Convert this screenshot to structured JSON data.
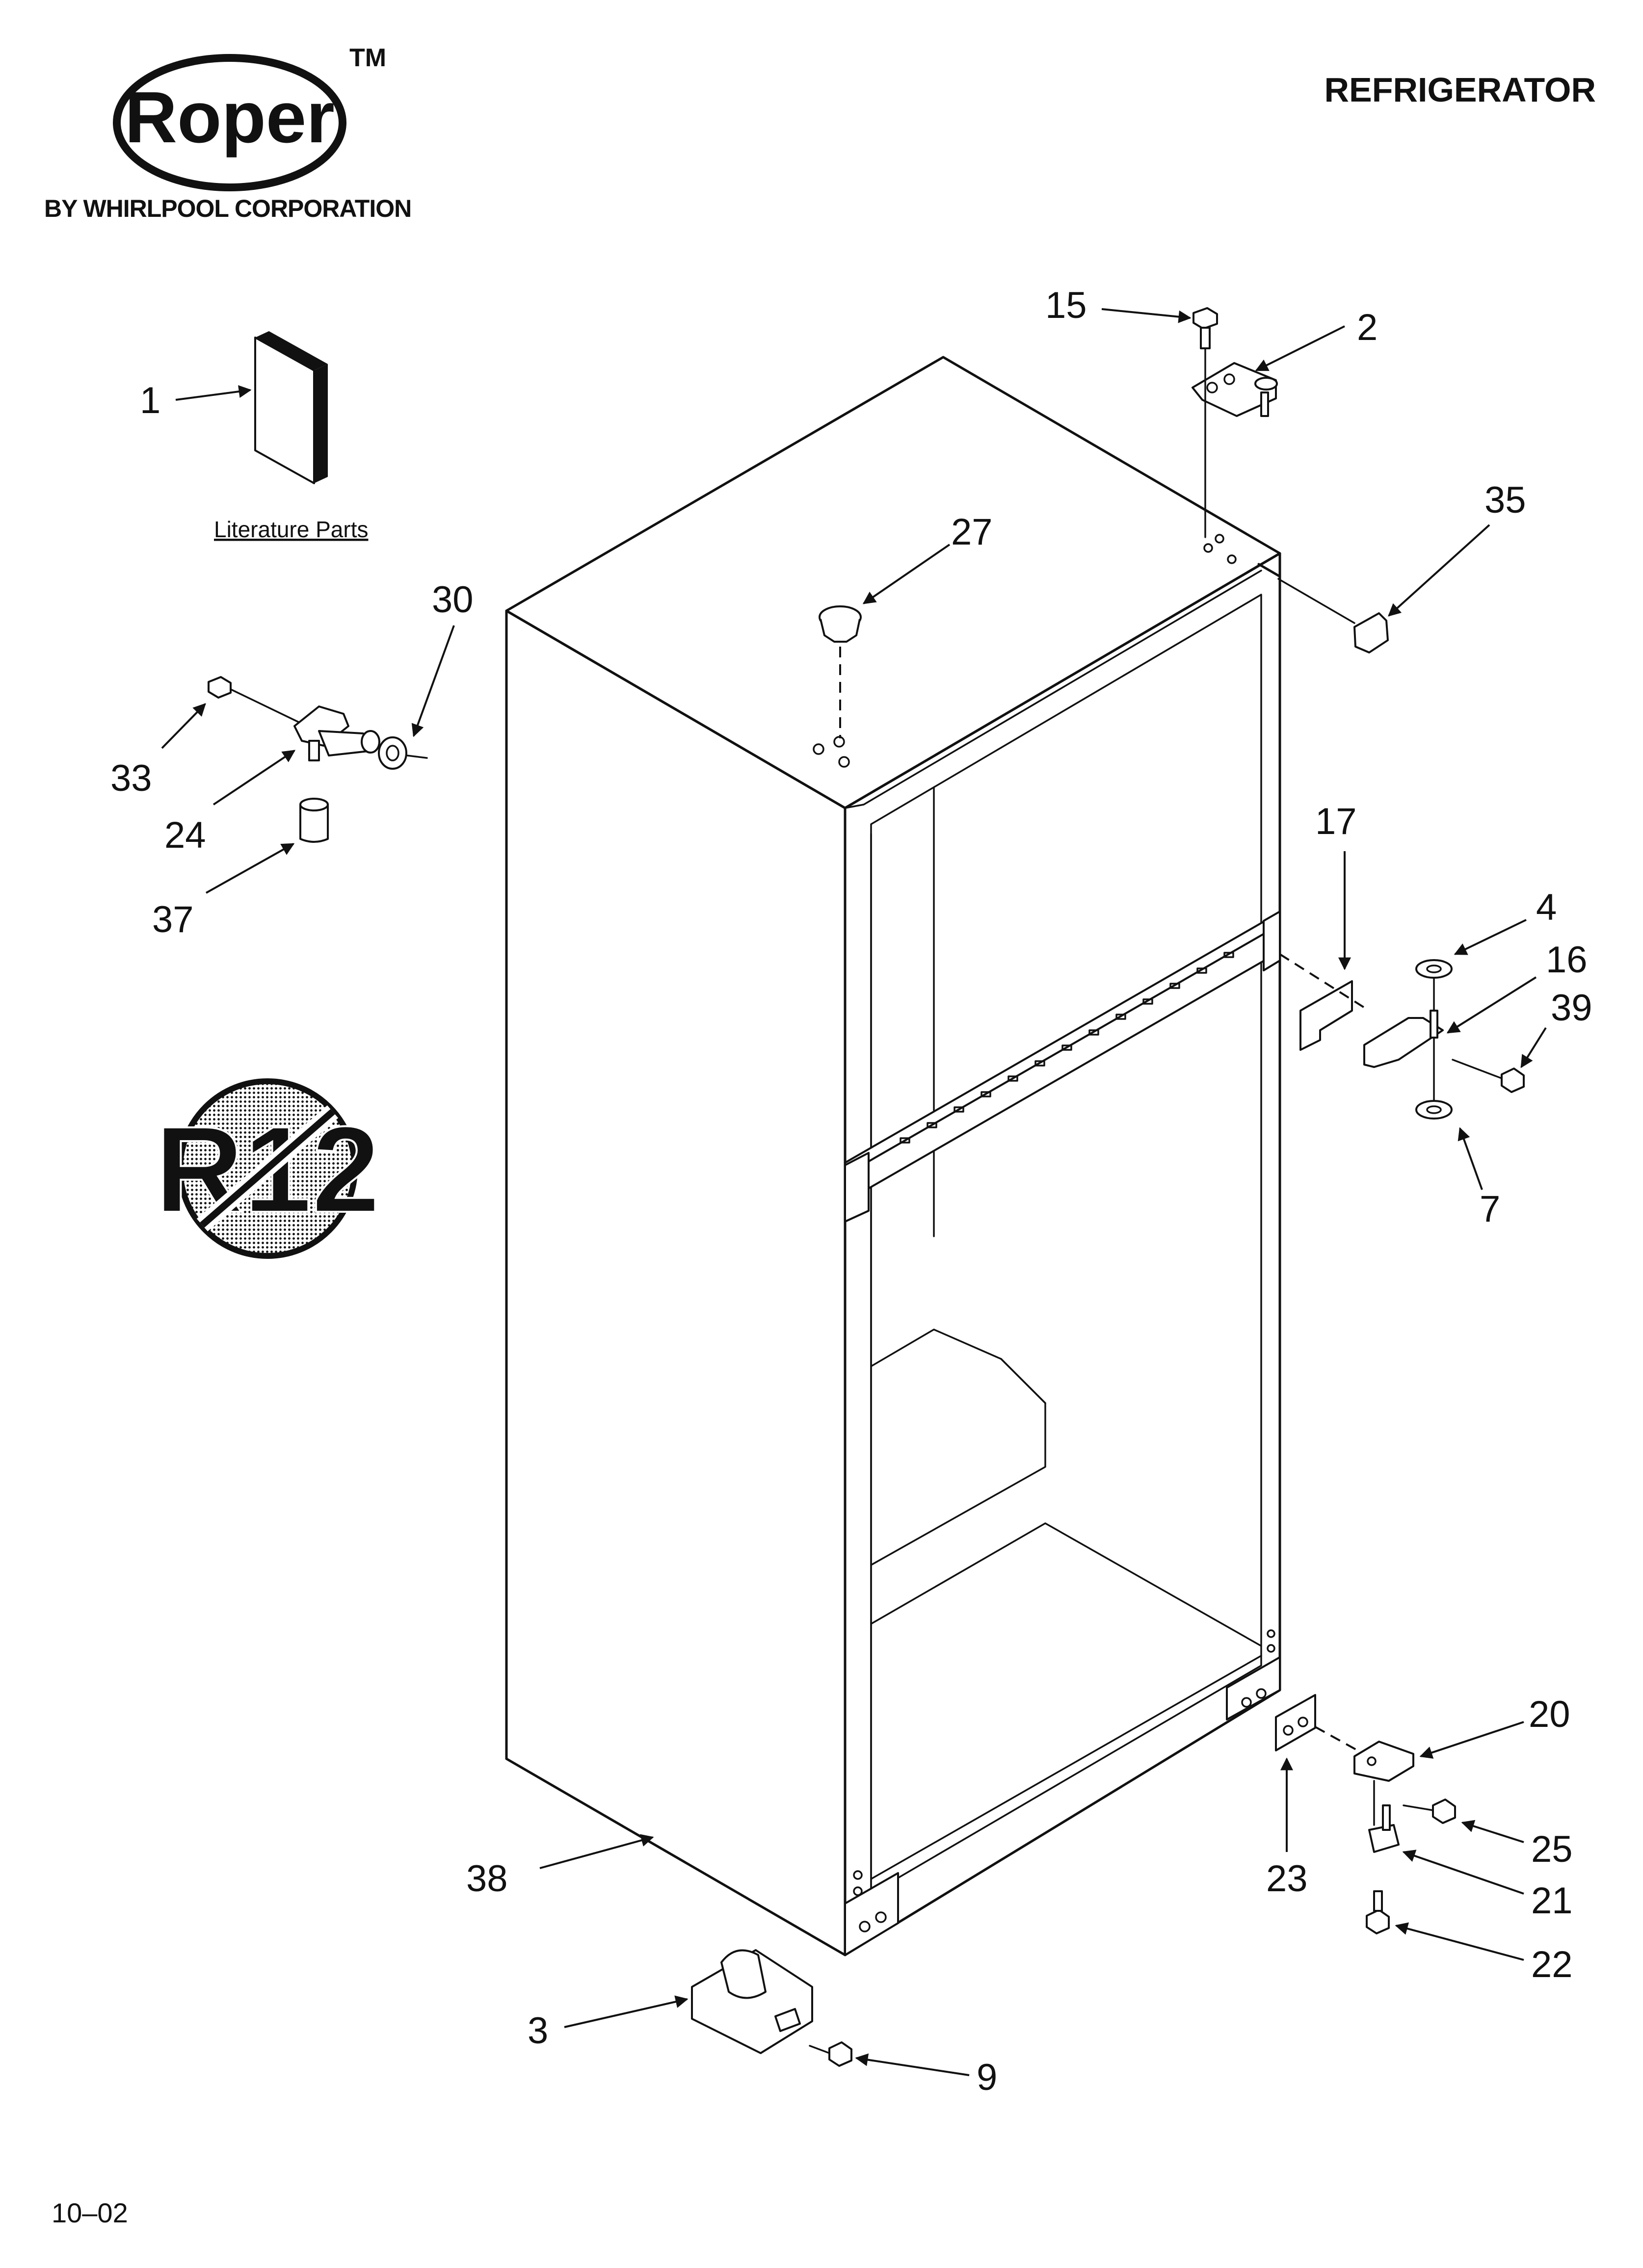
{
  "header": {
    "brand": "Roper",
    "trademark": "TM",
    "brand_tagline": "BY WHIRLPOOL CORPORATION",
    "title": "REFRIGERATOR"
  },
  "literature_label": "Literature Parts",
  "no_r12_badge": "R12",
  "footer_code": "10–02",
  "callouts": [
    "1",
    "2",
    "3",
    "4",
    "7",
    "9",
    "15",
    "16",
    "17",
    "20",
    "21",
    "22",
    "23",
    "24",
    "25",
    "27",
    "30",
    "33",
    "35",
    "37",
    "38",
    "39"
  ]
}
